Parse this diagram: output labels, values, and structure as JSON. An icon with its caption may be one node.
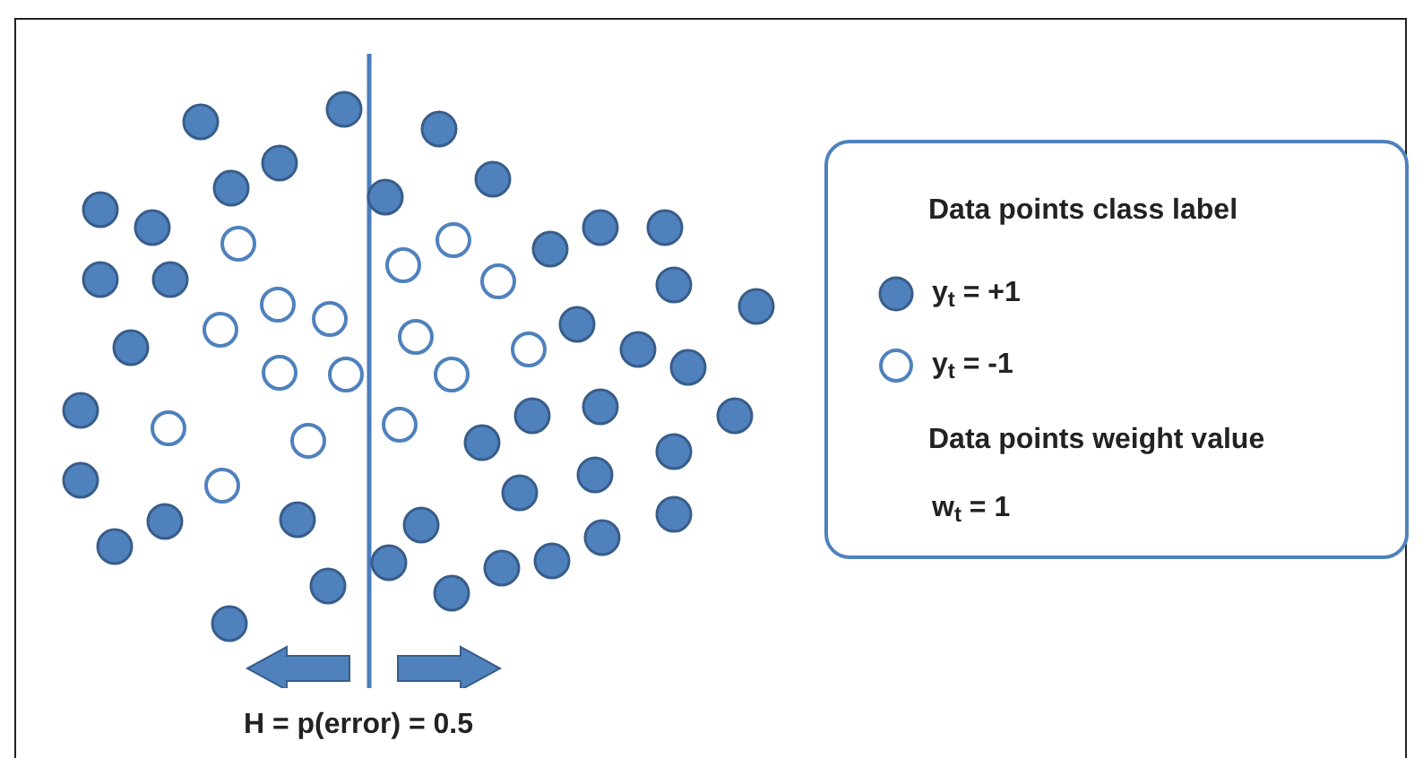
{
  "diagram": {
    "labels": [
      "Data points class label",
      "Data points weight value",
      "w$_{t}$ = 1",
      "H = p(error) = 0.5"
    ],
    "legend": [
      {
        "text": "y$_{t}$ = +1"
      },
      {
        "text": "y$_{t}$ = -1"
      }
    ]
  }
}
